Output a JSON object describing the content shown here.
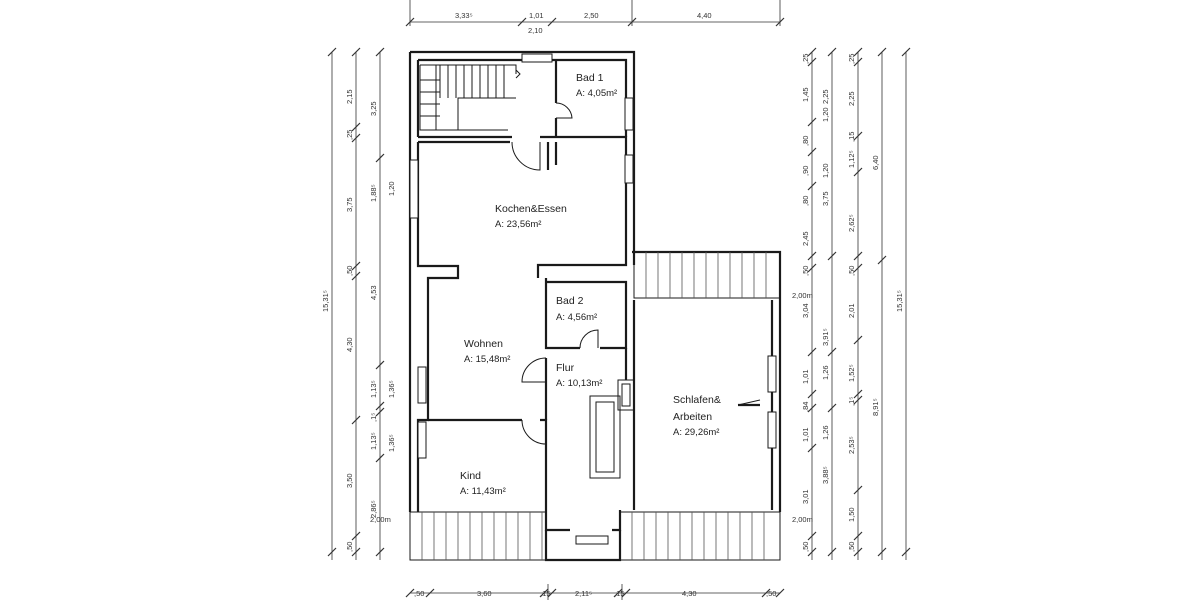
{
  "rooms": [
    {
      "name": "Bad 1",
      "area": "A: 4,05m²"
    },
    {
      "name": "Kochen&Essen",
      "area": "A: 23,56m²"
    },
    {
      "name": "Bad 2",
      "area": "A: 4,56m²"
    },
    {
      "name": "Wohnen",
      "area": "A: 15,48m²"
    },
    {
      "name": "Flur",
      "area": "A: 10,13m²"
    },
    {
      "name": "Schlafen&",
      "name2": "Arbeiten",
      "area": "A: 29,26m²"
    },
    {
      "name": "Kind",
      "area": "A: 11,43m²"
    }
  ],
  "dims": {
    "top": [
      "3,33⁵",
      "1,01",
      "2,10",
      "2,50",
      "4,40"
    ],
    "bottom": [
      ",50",
      "3,60",
      ",15",
      "2,11⁵",
      ",15",
      "4,30",
      ",50"
    ],
    "left_outer": [
      "15,31⁵"
    ],
    "left_mid": [
      "2,15",
      ",25",
      "3,75",
      ",50",
      "4,30",
      "3,50",
      ",50"
    ],
    "left_inner": [
      "3,25",
      "1,88⁵",
      "4,53",
      "1,13⁵",
      ",1⁵",
      "1,13⁵",
      "2,86⁵"
    ],
    "left_inner2": [
      "1,20",
      "1,36⁵",
      "1,36⁵"
    ],
    "right_a": [
      ",25",
      "1,45",
      ",80",
      ",90",
      ",80",
      "2,45",
      ",50",
      "3,04",
      "1,01",
      ",84",
      "1,01",
      "3,01",
      ",50"
    ],
    "right_b": [
      "2,25",
      "1,20",
      "1,20",
      "3,75",
      "3,91⁵",
      "1,26",
      "1,26",
      "3,88⁵"
    ],
    "right_c": [
      ",25",
      "2,25",
      ",15",
      "1,12⁵",
      "2,62⁵",
      ",50",
      "2,01",
      "1,52⁵",
      ",1⁵",
      "2,53⁵",
      "1,50",
      ",50"
    ],
    "right_d": [
      "6,40",
      "8,91⁵"
    ],
    "right_e": [
      "15,31⁵"
    ],
    "height_left": "2,00m",
    "height_right_top": "2,00m",
    "height_right_bottom": "2,00m"
  }
}
